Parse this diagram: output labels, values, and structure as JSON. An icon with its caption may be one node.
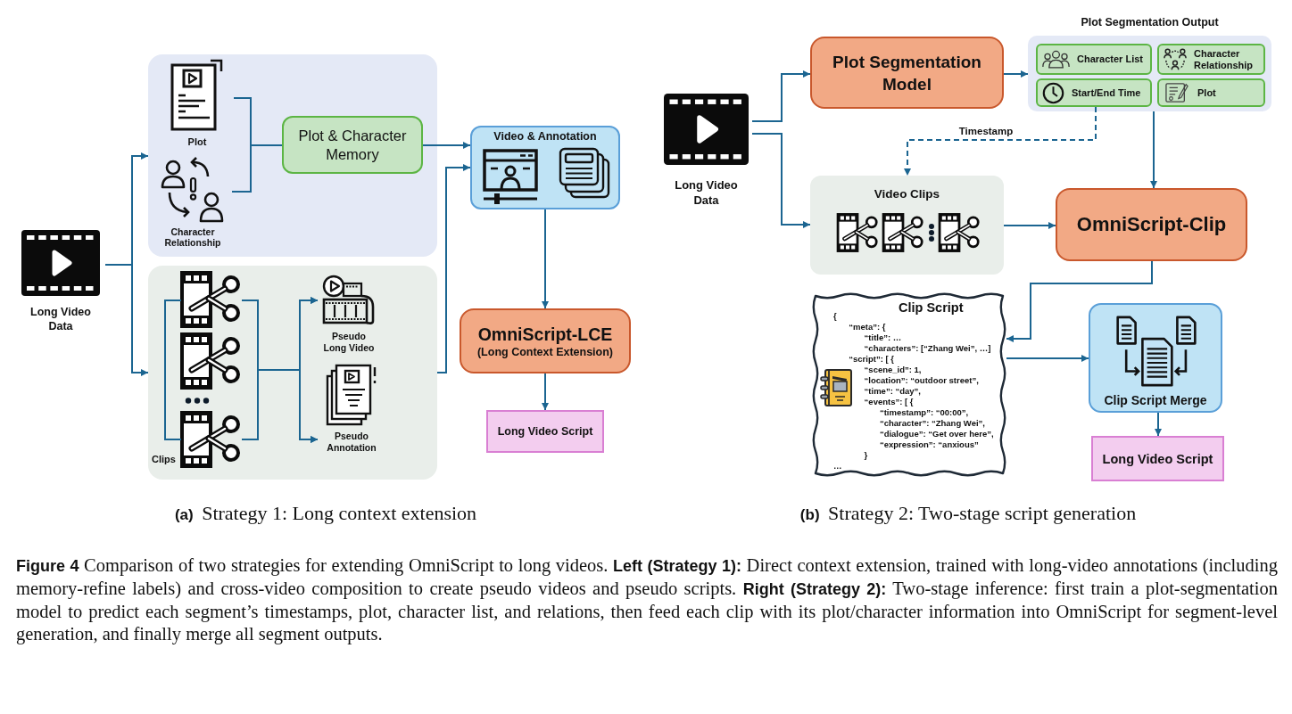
{
  "diagram": {
    "caption": "**Figure 4** Comparison of two strategies for extending OmniScript to long videos. **Left (Strategy 1):** Direct context extension, trained with long-video annotations (including memory-refine labels) and cross-video composition to create pseudo videos and pseudo scripts. **Right (Strategy 2):** Two-stage inference: first train a plot-segmentation model to predict each segment’s timestamps, plot, character list, and relations, then feed each clip with its plot/character information into OmniScript for segment-level generation, and finally merge all segment outputs.",
    "nodes": [
      {
        "text": [
          "Long Video Data"
        ]
      },
      {
        "text": [],
        "shape": "box"
      },
      {
        "text": [
          "Plot"
        ],
        "in": 1
      },
      {
        "text": [
          "Character Relationship"
        ],
        "in": 1
      },
      {
        "text": [
          "Plot & Character Memory"
        ],
        "in": 1
      },
      {
        "text": [
          "Clips"
        ]
      },
      {
        "text": [],
        "shape": "picture",
        "in": 5
      },
      {
        "text": [],
        "shape": "picture",
        "in": 5
      },
      {
        "text": [],
        "shape": "picture",
        "in": 5
      },
      {
        "text": [
          "Pseudo Long Video"
        ],
        "in": 5
      },
      {
        "text": [
          "Pseudo Annotation"
        ],
        "in": 5
      },
      {
        "text": [
          "Video & Annotation"
        ]
      },
      {
        "text": [
          "OmniScript-LCE",
          "(Long Context Extension)"
        ]
      },
      {
        "text": [
          "Long Video Script"
        ]
      },
      {
        "text": [
          "Long Video Data"
        ]
      },
      {
        "text": [
          "Plot Segmentation Model"
        ]
      },
      {
        "text": [
          "Plot Segmentation Output"
        ]
      },
      {
        "text": [
          "Character List"
        ],
        "in": 16
      },
      {
        "text": [
          "Character Relationship"
        ],
        "in": 16
      },
      {
        "text": [
          "Start/End Time"
        ],
        "in": 16
      },
      {
        "text": [
          "Plot"
        ],
        "in": 16
      },
      {
        "text": [
          "Video Clips"
        ]
      },
      {
        "text": [
          "OmniScript-Clip"
        ]
      },
      {
        "text": [
          "Clip Script",
          "{",
          "“meta”: {",
          "“title”: …",
          "“characters”: [“Zhang Wei”, …]",
          "“script”: [ {",
          "“scene_id”: 1,",
          "“location”: “outdoor street”,",
          "“time”: “day”,",
          "“events”: [ {",
          "“timestamp”: “00:00”,",
          "“character”: “Zhang Wei”,",
          "“dialogue”: “Get over here”,",
          "“expression”: “anxious”",
          "}",
          "…"
        ]
      },
      {
        "text": [
          "Clip Script Merge"
        ]
      },
      {
        "text": [
          "Long Video Script"
        ]
      }
    ],
    "edges": [
      {
        "from": 0,
        "to": 1,
        "arrow": "to"
      },
      {
        "from": 0,
        "to": 5,
        "arrow": "to"
      },
      {
        "from": 2,
        "to": 4,
        "arrow": "none"
      },
      {
        "from": 3,
        "to": 4,
        "arrow": "none"
      },
      {
        "from": 6,
        "to": 9,
        "arrow": "to"
      },
      {
        "from": 6,
        "to": 10,
        "arrow": "to"
      },
      {
        "from": 8,
        "to": 9,
        "arrow": "to"
      },
      {
        "from": 8,
        "to": 10,
        "arrow": "to"
      },
      {
        "from": 4,
        "to": 11,
        "arrow": "to"
      },
      {
        "from": 5,
        "to": 11,
        "arrow": "to"
      },
      {
        "from": 11,
        "to": 12,
        "arrow": "to"
      },
      {
        "from": 12,
        "to": 13,
        "arrow": "to"
      },
      {
        "from": 14,
        "to": 15,
        "arrow": "to"
      },
      {
        "from": 14,
        "to": 21,
        "arrow": "to"
      },
      {
        "from": 15,
        "to": 16,
        "arrow": "to"
      },
      {
        "from": 19,
        "to": 21,
        "arrow": "to",
        "label": "Timestamp",
        "style": "dashed"
      },
      {
        "from": 16,
        "to": 22,
        "arrow": "to"
      },
      {
        "from": 21,
        "to": 22,
        "arrow": "to"
      },
      {
        "from": 22,
        "to": 23,
        "arrow": "to"
      },
      {
        "from": 23,
        "to": 24,
        "arrow": "to"
      },
      {
        "from": 24,
        "to": 25,
        "arrow": "to"
      }
    ],
    "labels": [
      "**(a)** Strategy 1: Long context extension",
      "**(b)** Strategy 2: Two-stage script generation"
    ]
  }
}
